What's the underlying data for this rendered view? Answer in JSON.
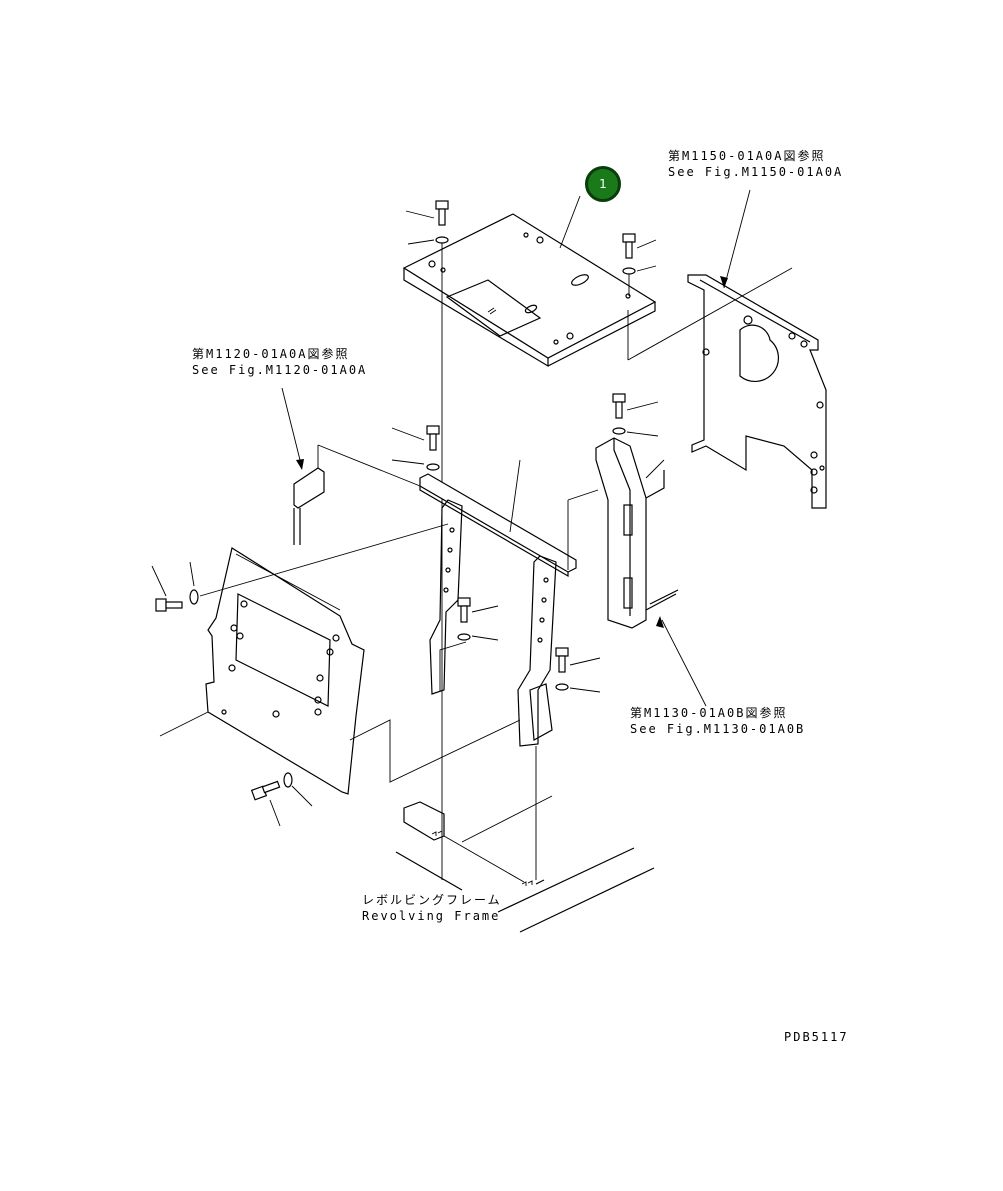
{
  "callouts": [
    {
      "number": "1",
      "color": "#1a7a1a",
      "border_color": "#0a3d0a"
    }
  ],
  "references": [
    {
      "jp": "第M1150-01A0A図参照",
      "en": "See Fig.M1150-01A0A"
    },
    {
      "jp": "第M1120-01A0A図参照",
      "en": "See Fig.M1120-01A0A"
    },
    {
      "jp": "第M1130-01A0B図参照",
      "en": "See Fig.M1130-01A0B"
    }
  ],
  "frame_label": {
    "jp": "レボルビングフレーム",
    "en": "Revolving Frame"
  },
  "drawing_number": "PDB5117"
}
